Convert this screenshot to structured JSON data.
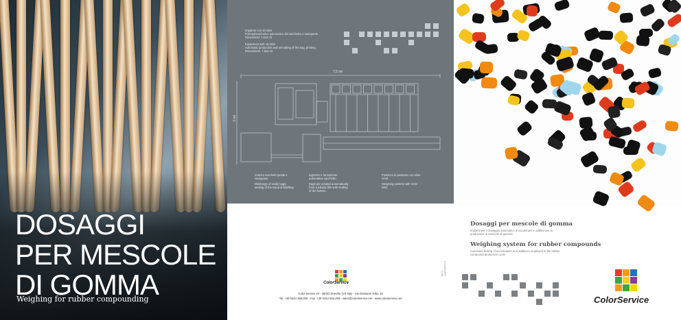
{
  "cover": {
    "title_lines": [
      "DOSAGGI",
      "PER MESCOLE",
      "DI GOMMA"
    ],
    "subtitle": "Weighing for rubber compounding"
  },
  "technical": {
    "specs_it": [
      "Impianto con 10 silos",
      "Formazione/carico automatico del sacchetto e stampante",
      "Dimensioni: 7,5x3 mt"
    ],
    "specs_en": [
      "Equipment with 16 silos",
      "Automatic production and unloading of the bag, printing",
      "Dimensions: 7,5x3 mt"
    ],
    "dimension_width": "7,5 mt",
    "dimension_height": "3 mt",
    "captions": [
      {
        "it": "Scarico sacchetti pesati e stampante",
        "en": "Discharge of ready bags, sealing of the top and labelling"
      },
      {
        "it": "Ingresso e formazione automatica sacchetto",
        "en": "Bags are created automatically from a tubular film with sealing of the bottom"
      },
      {
        "it": "Posizioni di pesatura con silos SAM",
        "en": "Weighing position with SAM silos"
      }
    ]
  },
  "company": {
    "brand": "ColorService",
    "address_line1": "Color Service srl - 36031 Dueville (VI) Italy - Via Divisione Julia, 15",
    "address_line2": "Tel. +39 0444 366.000 - Fax. +39 0444 592.459 - sales@colorservice.net - www.colorservice.net",
    "code": "B8717 - progettografico.it",
    "logo_colors": [
      "#e63b2e",
      "#f39a1d",
      "#2b6fb5",
      "#3aa544",
      "#f5d20d",
      "#8a3c96"
    ]
  },
  "right": {
    "heading_it": "Dosaggi per mescole di gomma",
    "desc_it": "Impianti per il dosaggio automatico di acceleranti e additivi per la produzione di mescole di gomma",
    "heading_en": "Weighing system for rubber compounds",
    "desc_en": "Automatic dosing of accelerators and additives employed in the rubber compound production cycle",
    "brand": "ColorService"
  }
}
